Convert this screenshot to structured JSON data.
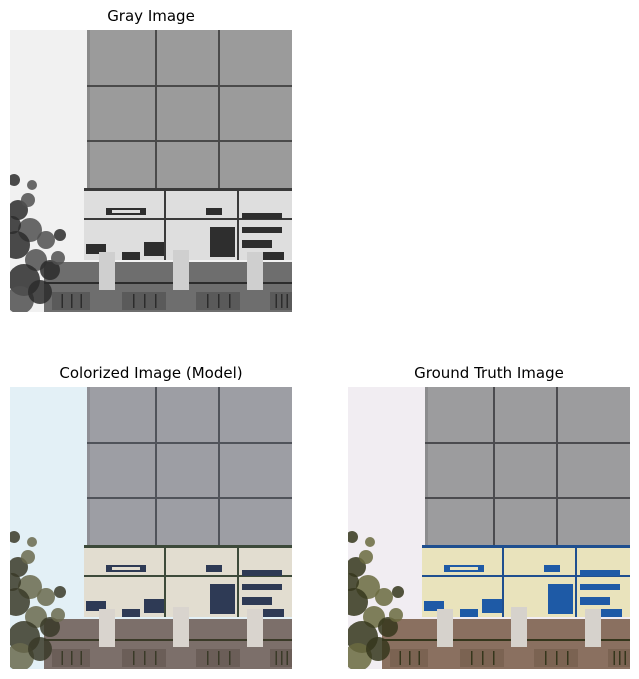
{
  "figure": {
    "panels": [
      {
        "title": "Gray Image",
        "variant": "gray"
      },
      {
        "title": "Colorized Image (Model)",
        "variant": "model"
      },
      {
        "title": "Ground Truth Image",
        "variant": "truth"
      }
    ]
  },
  "colors": {
    "gray": {
      "sky": "#f1f1f1",
      "facade": "#9b9b9b",
      "facadeDark": "#8a8a8a",
      "grid": "#4a4a4a",
      "band": "#dedede",
      "bandEdge": "#3a3a3a",
      "accent": "#2e2e2e",
      "wall": "#6e6e6e",
      "chimney": "#cfcfcf",
      "tree": "#505050",
      "treeDark": "#2c2c2c",
      "windowsRow": "#5a5a5a"
    },
    "model": {
      "sky": "#e3f0f6",
      "facade": "#9d9ea4",
      "facadeDark": "#8f8f95",
      "grid": "#50535a",
      "band": "#e2ddd0",
      "bandEdge": "#3d4a3a",
      "accent": "#2e3a55",
      "wall": "#7c6f6a",
      "chimney": "#d9d4ce",
      "tree": "#6a6a4e",
      "treeDark": "#3a3a28",
      "windowsRow": "#6b5e58"
    },
    "truth": {
      "sky": "#f1edf2",
      "facade": "#9c9c9e",
      "facadeDark": "#8c8c8e",
      "grid": "#4b4b4f",
      "band": "#e9e3bc",
      "bandEdge": "#1f4f8f",
      "accent": "#1e5aa6",
      "wall": "#8a7060",
      "chimney": "#d6d2cc",
      "tree": "#6a6a40",
      "treeDark": "#35361c",
      "windowsRow": "#7b6352"
    }
  }
}
